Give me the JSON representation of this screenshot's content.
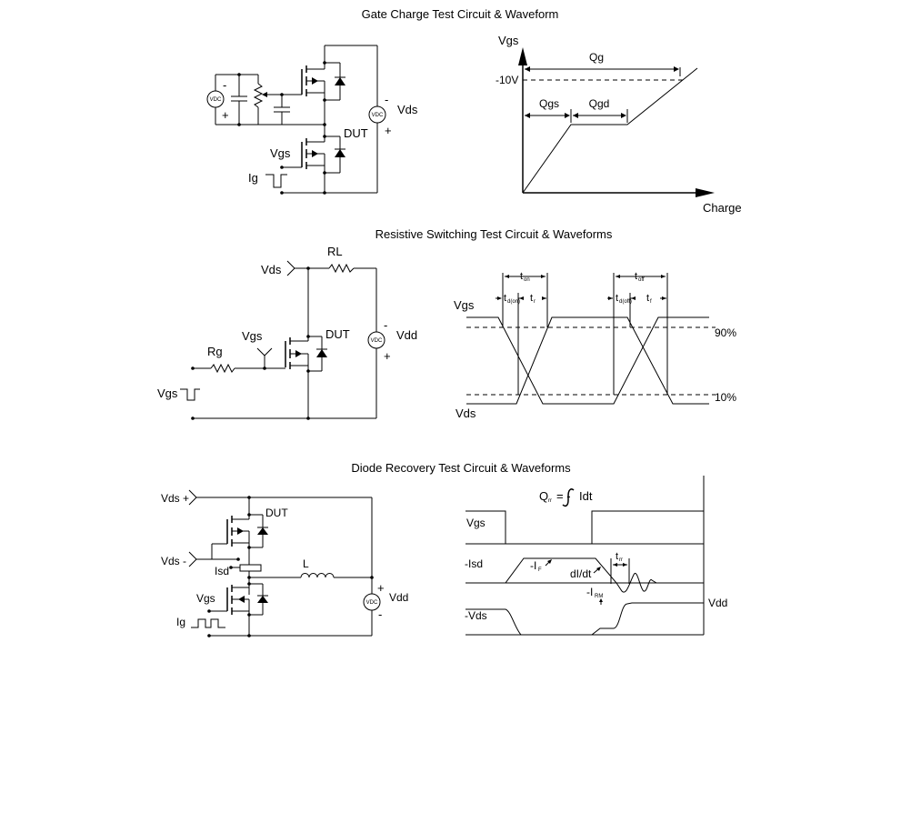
{
  "sections": {
    "gate_charge": {
      "title": "Gate Charge Test Circuit & Waveform",
      "circuit": {
        "source_left": "VDC",
        "source_right": "VDC",
        "minus": "-",
        "plus": "+",
        "vds": "Vds",
        "dut": "DUT",
        "vgs": "Vgs",
        "ig": "Ig"
      },
      "waveform": {
        "y_axis": "Vgs",
        "x_axis": "Charge",
        "level": "-10V",
        "qg": "Qg",
        "qgs": "Qgs",
        "qgd": "Qgd"
      }
    },
    "resistive_switching": {
      "title": "Resistive Switching Test Circuit & Waveforms",
      "circuit": {
        "vds": "Vds",
        "rl": "RL",
        "dut": "DUT",
        "vgs": "Vgs",
        "rg": "Rg",
        "vgs_pulse": "Vgs",
        "source": "VDC",
        "minus": "-",
        "plus": "+",
        "vdd": "Vdd"
      },
      "waveform": {
        "vgs": "Vgs",
        "vds": "Vds",
        "pct90": "90%",
        "pct10": "10%",
        "t": "t",
        "on": "on",
        "off": "off",
        "d_on": "d(on)",
        "d_off": "d(off)",
        "r": "r",
        "f": "f"
      }
    },
    "diode_recovery": {
      "title": "Diode Recovery Test Circuit & Waveforms",
      "circuit": {
        "vds_plus": "Vds +",
        "dut": "DUT",
        "vds_minus": "Vds -",
        "isd": "Isd",
        "l": "L",
        "vgs": "Vgs",
        "ig": "Ig",
        "source": "VDC",
        "plus": "+",
        "minus": "-",
        "vdd": "Vdd"
      },
      "waveform": {
        "qrr_q": "Q",
        "qrr_sub": "rr",
        "qrr_eq": "= -",
        "qrr_int": "Idt",
        "vgs": "Vgs",
        "isd": "-Isd",
        "if_pre": "-I",
        "if_sub": "F",
        "didt": "dI/dt",
        "trr_t": "t",
        "trr_sub": "rr",
        "irm_pre": "-I",
        "irm_sub": "RM",
        "vds": "-Vds",
        "vdd": "Vdd"
      }
    }
  }
}
